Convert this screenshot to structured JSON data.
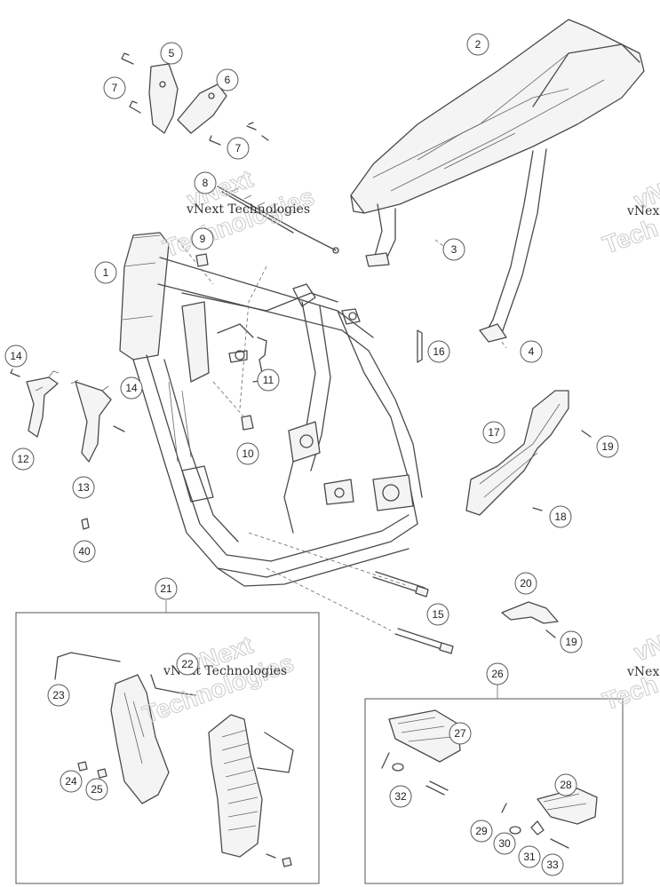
{
  "watermark": {
    "company": "vNext Technologies",
    "ghost_word_1": "vNext",
    "ghost_word_2": "Technologies",
    "edge_fragment_1": "vNex",
    "edge_fragment_2": "Tech"
  },
  "callouts": {
    "n1": "1",
    "n2": "2",
    "n3": "3",
    "n4": "4",
    "n5": "5",
    "n6": "6",
    "n7a": "7",
    "n7b": "7",
    "n8": "8",
    "n9": "9",
    "n10": "10",
    "n11": "11",
    "n12": "12",
    "n13": "13",
    "n14a": "14",
    "n14b": "14",
    "n15": "15",
    "n16": "16",
    "n17": "17",
    "n18": "18",
    "n19a": "19",
    "n19b": "19",
    "n20": "20",
    "n21": "21",
    "n22": "22",
    "n23": "23",
    "n24": "24",
    "n25": "25",
    "n26": "26",
    "n27": "27",
    "n28": "28",
    "n29": "29",
    "n30": "30",
    "n31": "31",
    "n32": "32",
    "n33": "33",
    "n40": "40"
  }
}
